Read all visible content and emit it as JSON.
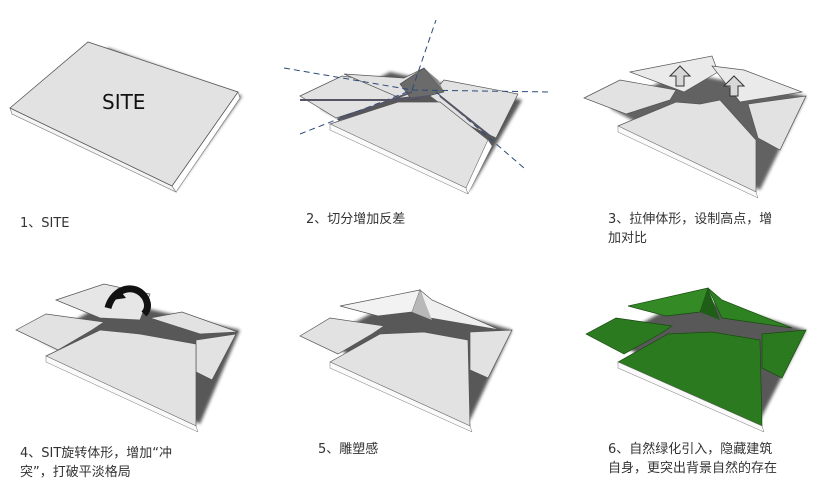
{
  "steps": [
    {
      "caption": "1、SITE",
      "site_label": "SITE"
    },
    {
      "caption": "2、切分增加反差"
    },
    {
      "caption": "3、拉伸体形，设制高点，增\n加对比"
    },
    {
      "caption": "4、SIT旋转体形，增加“冲\n突”，打破平淡格局"
    },
    {
      "caption": "5、雕塑感"
    },
    {
      "caption": "6、自然绿化引入，隐藏建筑\n自身，更突出背景自然的存在"
    }
  ],
  "colors": {
    "slab_top": "#e2e2e2",
    "slab_side": "#ffffff",
    "slab_edge": "#555555",
    "shadow": "#3a3a3a",
    "cut_line": "#2c4a78",
    "green_top": "#2c7a1f",
    "green_dark": "#1f5e16",
    "pyramid_dark": "#6b6b6b"
  },
  "icons": {
    "up_arrow": "up-arrow-icon",
    "rotate_arrow": "curved-rotate-arrow-icon"
  }
}
